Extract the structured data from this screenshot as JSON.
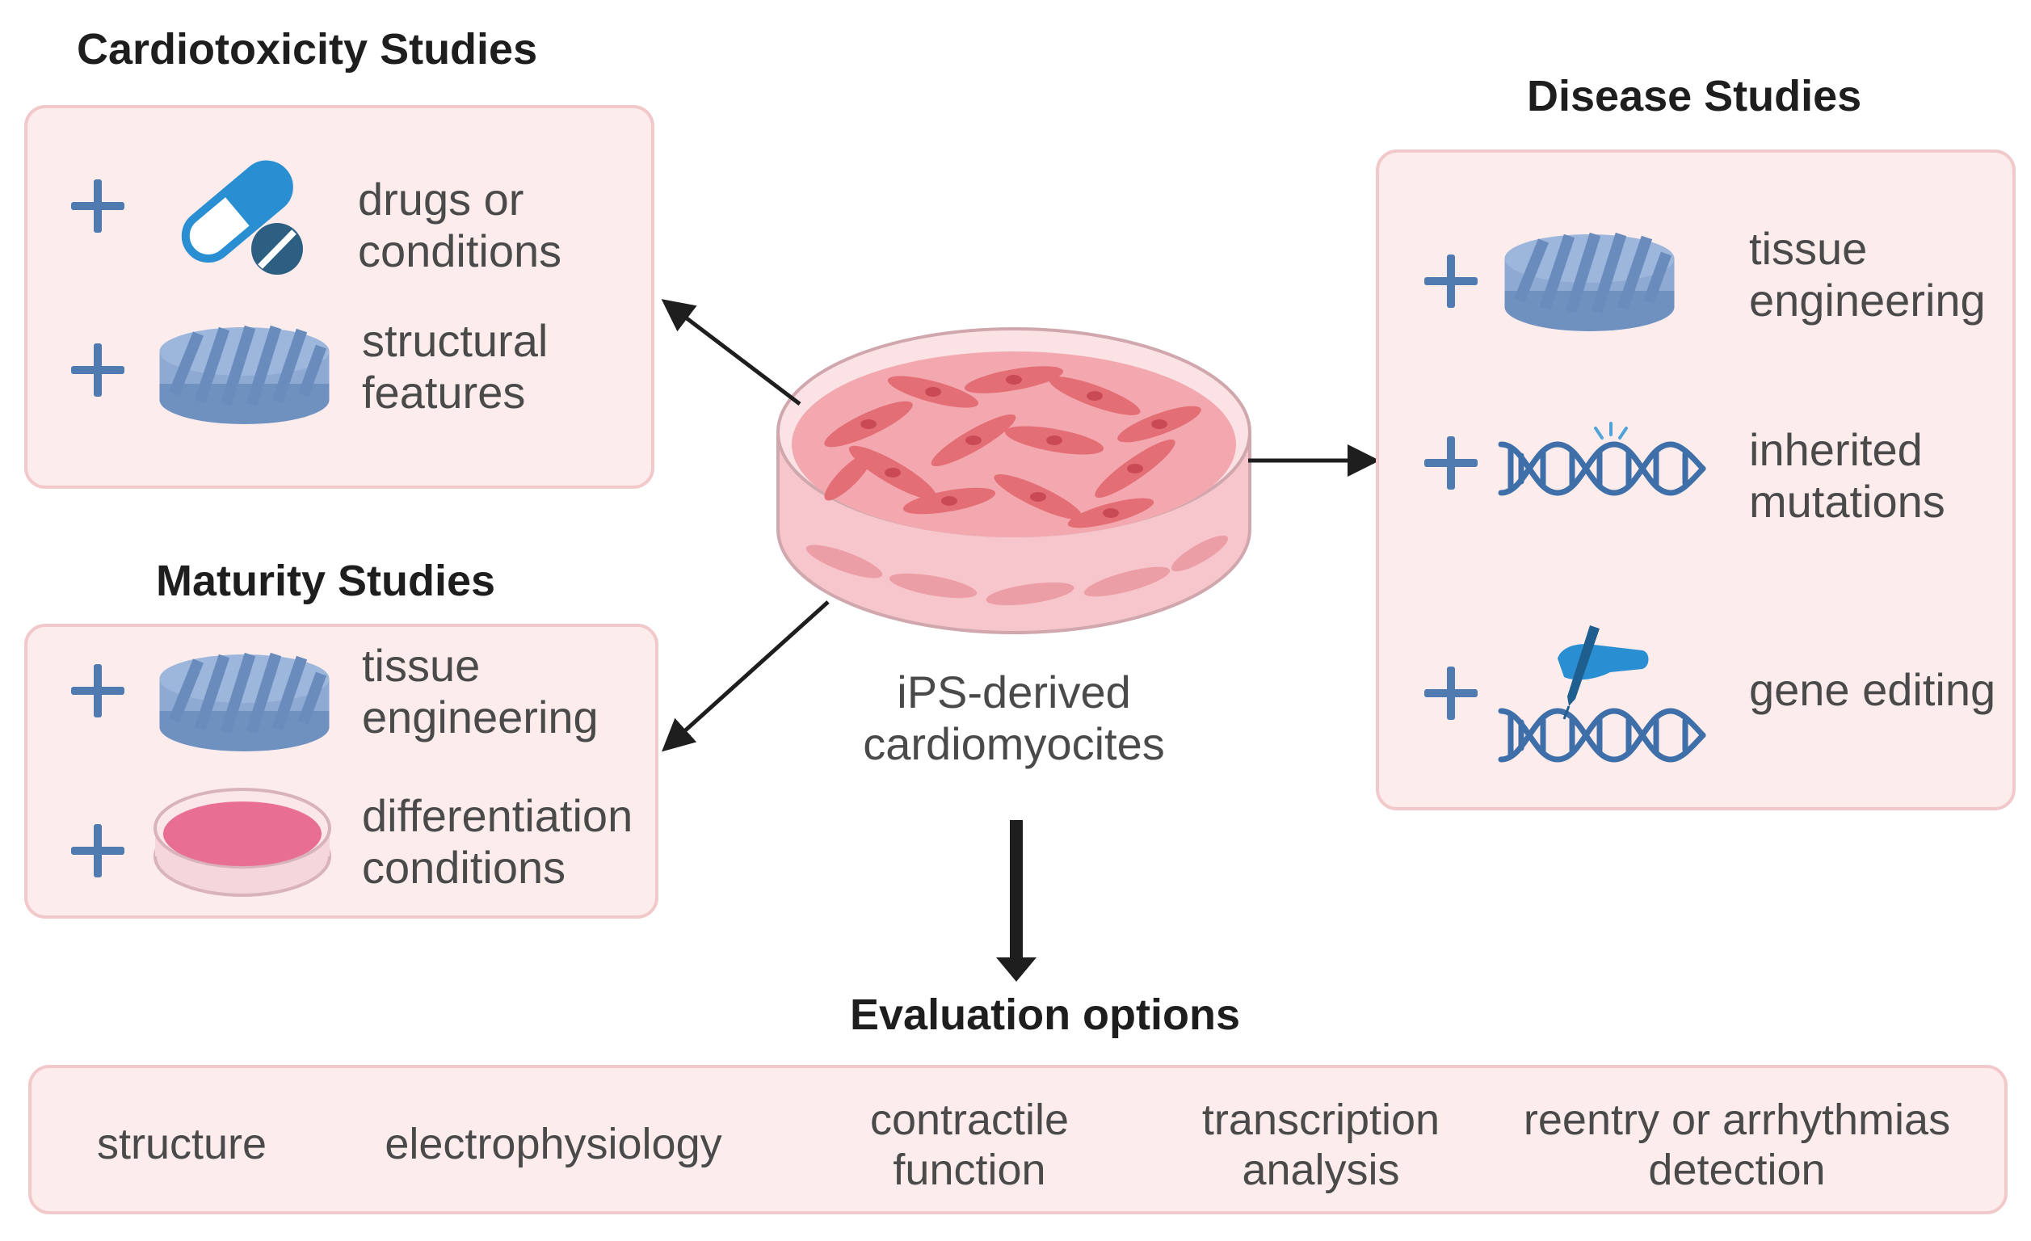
{
  "cardiotoxicity": {
    "title": "Cardiotoxicity Studies",
    "items": [
      {
        "label": "drugs or\nconditions",
        "icon": "capsule-pill-icon"
      },
      {
        "label": "structural\nfeatures",
        "icon": "grooved-scaffold-icon"
      }
    ]
  },
  "maturity": {
    "title": "Maturity Studies",
    "items": [
      {
        "label": "tissue\nengineering",
        "icon": "grooved-scaffold-icon"
      },
      {
        "label": "differentiation\nconditions",
        "icon": "petri-dish-icon"
      }
    ]
  },
  "disease": {
    "title": "Disease Studies",
    "items": [
      {
        "label": "tissue\nengineering",
        "icon": "grooved-scaffold-icon"
      },
      {
        "label": "inherited\nmutations",
        "icon": "dna-mutation-icon"
      },
      {
        "label": "gene editing",
        "icon": "gene-editing-icon"
      }
    ]
  },
  "center": {
    "label": "iPS-derived\ncardiomyocites",
    "icon": "petri-dish-cardiomyocytes-icon"
  },
  "evaluation": {
    "title": "Evaluation options",
    "items": [
      "structure",
      "electrophysiology",
      "contractile\nfunction",
      "transcription\nanalysis",
      "reentry or arrhythmias\ndetection"
    ]
  },
  "colors": {
    "box_fill": "#fcecec",
    "box_border": "#f2c9cb",
    "accent_blue": "#4f7bb0",
    "dish_pink": "#e86f91"
  }
}
